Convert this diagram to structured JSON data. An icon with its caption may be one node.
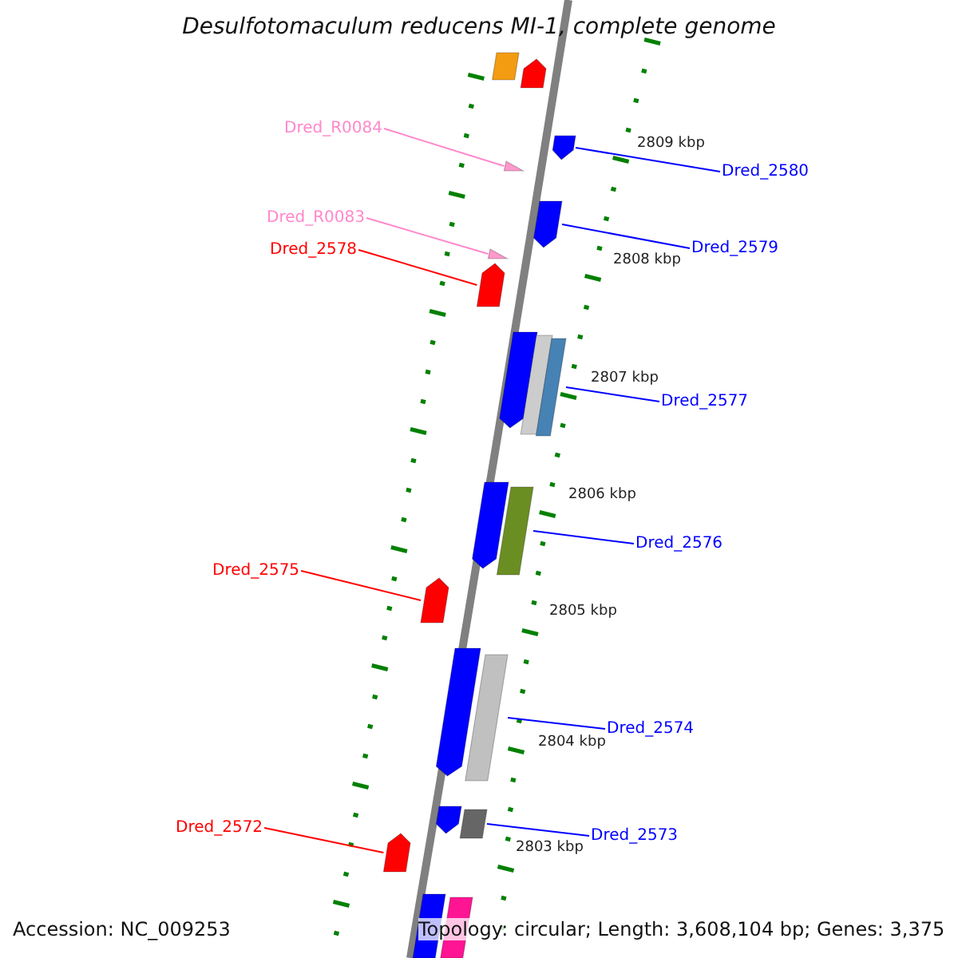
{
  "diagram": {
    "title": "Desulfotomaculum reducens MI-1, complete genome",
    "nodes": [
      {
        "text": [],
        "shape": "box"
      },
      {
        "text": [],
        "shape": "arrow"
      },
      {
        "text": [
          "Dred_R0084"
        ]
      },
      {
        "text": [
          "Dred_2580"
        ]
      },
      {
        "text": [],
        "shape": "arrow"
      },
      {
        "text": [],
        "shape": "triangle"
      },
      {
        "text": [
          "Dred_R0083"
        ]
      },
      {
        "text": [
          "Dred_2579"
        ]
      },
      {
        "text": [
          "Dred_2578"
        ]
      },
      {
        "text": [],
        "shape": "arrow"
      },
      {
        "text": [],
        "shape": "triangle"
      },
      {
        "text": [],
        "shape": "arrow"
      },
      {
        "text": [],
        "shape": "arrow"
      },
      {
        "text": [],
        "shape": "box"
      },
      {
        "text": [],
        "shape": "box"
      },
      {
        "text": [
          "Dred_2577"
        ]
      },
      {
        "text": [],
        "shape": "arrow"
      },
      {
        "text": [],
        "shape": "box"
      },
      {
        "text": [
          "Dred_2576"
        ]
      },
      {
        "text": [
          "Dred_2575"
        ]
      },
      {
        "text": [],
        "shape": "arrow"
      },
      {
        "text": [],
        "shape": "arrow"
      },
      {
        "text": [],
        "shape": "box"
      },
      {
        "text": [
          "Dred_2574"
        ]
      },
      {
        "text": [
          "Dred_2572"
        ]
      },
      {
        "text": [],
        "shape": "arrow"
      },
      {
        "text": [],
        "shape": "box"
      },
      {
        "text": [
          "Dred_2573"
        ]
      },
      {
        "text": [],
        "shape": "arrow"
      },
      {
        "text": [],
        "shape": "box"
      },
      {
        "text": [],
        "shape": "box"
      }
    ],
    "edges": [
      {
        "from": 2,
        "to": 5,
        "arrow": "none",
        "color": "#ff88cc"
      },
      {
        "from": 3,
        "to": 4,
        "arrow": "none"
      },
      {
        "from": 6,
        "to": 10,
        "arrow": "none",
        "color": "#ff88cc"
      },
      {
        "from": 7,
        "to": 9,
        "arrow": "none"
      },
      {
        "from": 8,
        "to": 11,
        "arrow": "none",
        "color": "#ff0000"
      },
      {
        "from": 15,
        "to": 14,
        "arrow": "none"
      },
      {
        "from": 18,
        "to": 17,
        "arrow": "none"
      },
      {
        "from": 19,
        "to": 20,
        "arrow": "none",
        "color": "#ff0000"
      },
      {
        "from": 23,
        "to": 22,
        "arrow": "none"
      },
      {
        "from": 27,
        "to": 26,
        "arrow": "none"
      },
      {
        "from": 24,
        "to": 28,
        "arrow": "none",
        "color": "#ff0000"
      }
    ],
    "labels": [
      "2809 kbp",
      "2808 kbp",
      "2807 kbp",
      "2806 kbp",
      "2805 kbp",
      "2804 kbp",
      "2803 kbp",
      "Accession: NC_009253",
      "Topology: circular; Length: 3,608,104 bp; Genes: 3,375"
    ]
  }
}
